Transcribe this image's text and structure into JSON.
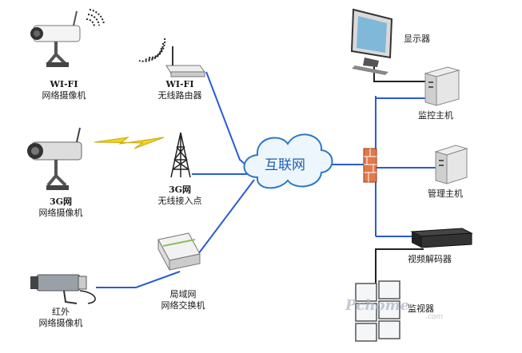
{
  "diagram": {
    "internet_label": "互联网",
    "nodes": {
      "wifi_camera": {
        "title": "WI-FI",
        "sub": "网络摄像机"
      },
      "wifi_router": {
        "title": "WI-FI",
        "sub": "无线路由器"
      },
      "camera_3g": {
        "title": "3G网",
        "sub": "网络摄像机"
      },
      "access_point_3g": {
        "title": "3G网",
        "sub": "无线接入点"
      },
      "ir_camera": {
        "title": "红外",
        "sub": "网络摄像机"
      },
      "lan_switch": {
        "title": "局域网",
        "sub": "网络交换机"
      },
      "monitor_display": {
        "label": "显示器"
      },
      "monitor_host": {
        "label": "监控主机"
      },
      "management_host": {
        "label": "管理主机"
      },
      "video_decoder": {
        "label": "视频解码器"
      },
      "video_wall": {
        "label": "监视器"
      }
    },
    "watermark": {
      "main": "Pchome",
      "sub": ".com"
    },
    "colors": {
      "link": "#2a5bd7",
      "cloud_text": "#1e5fb0",
      "firewall": "#d9643a"
    }
  }
}
